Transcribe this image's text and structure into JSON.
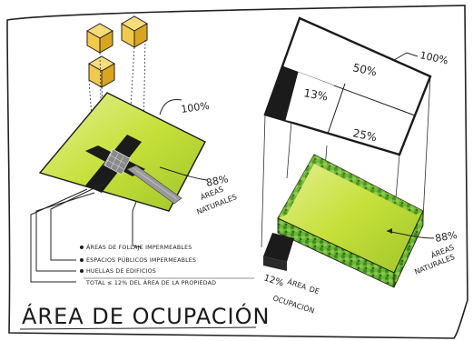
{
  "title": "ÁREA DE OCUPACIÓN",
  "left_diagram": {
    "label_total": "100%",
    "natural_pct": "88%",
    "natural_label_1": "ÁREAS",
    "natural_label_2": "NATURALES"
  },
  "legend": {
    "item_1": "ÁREAS DE FOLLAJE IMPERMEABLES",
    "item_2": "ESPACIOS PÚBLICOS IMPERMEABLES",
    "item_3": "HUELLAS DE EDIFICIOS",
    "total": "TOTAL ≤ 12% DEL ÁREA DE LA PROPIEDAD"
  },
  "right_diagram": {
    "label_total": "100%",
    "cell_50": "50%",
    "cell_13": "13%",
    "cell_25": "25%",
    "occupation_pct": "12%",
    "occupation_label_1": "ÁREA",
    "occupation_label_2": "DE",
    "occupation_label_3": "OCUPACIÓN",
    "natural_pct": "88%",
    "natural_label_1": "ÁREAS",
    "natural_label_2": "NATURALES"
  },
  "colors": {
    "lime": "#c7e03a",
    "lime_light": "#dcee7a",
    "hedge_green": "#5fae2e",
    "hedge_dark": "#3e7d1f",
    "building_yellow": "#f2c94c",
    "ink": "#1b1b1b"
  }
}
